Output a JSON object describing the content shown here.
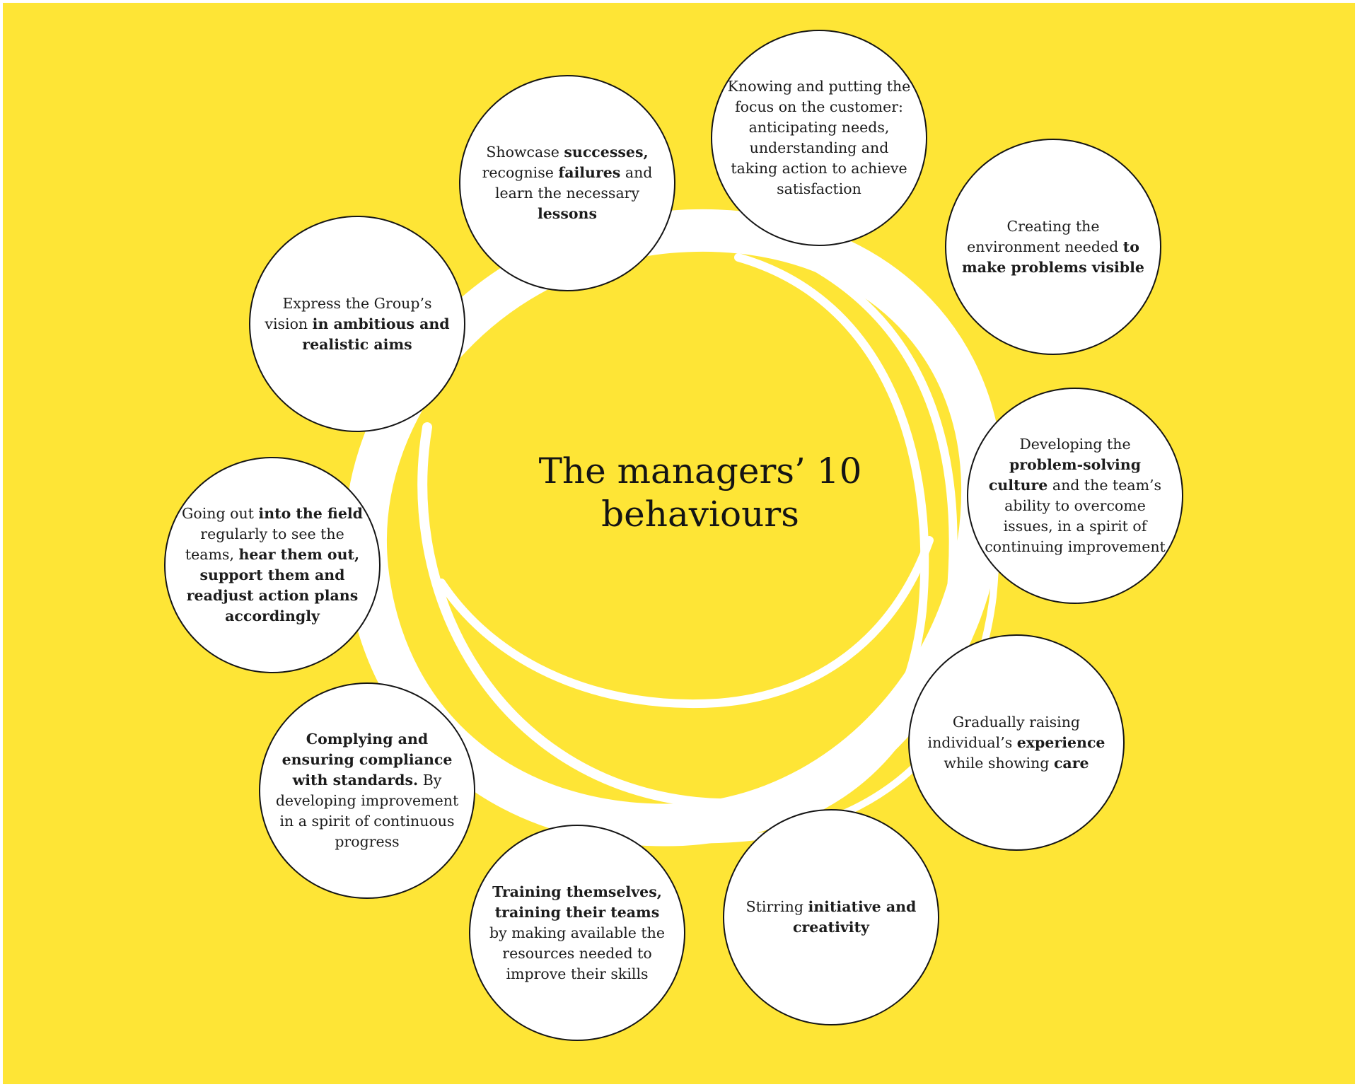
{
  "title": {
    "line1": "The managers’ 10",
    "line2": "behaviours"
  },
  "colors": {
    "background": "#fee536",
    "swirl": "#ffffff",
    "bubble_fill": "#ffffff",
    "bubble_border": "#151515",
    "text": "#1c1c1c"
  },
  "behaviours": [
    {
      "id": "showcase-successes",
      "segments": [
        {
          "text": "Showcase ",
          "bold": false
        },
        {
          "text": "successes,",
          "bold": true
        },
        {
          "text": " recognise ",
          "bold": false
        },
        {
          "text": "failures",
          "bold": true
        },
        {
          "text": " and learn the necessary ",
          "bold": false
        },
        {
          "text": "lessons",
          "bold": true
        }
      ]
    },
    {
      "id": "customer-focus",
      "segments": [
        {
          "text": "Knowing and putting the focus on the customer: anticipating needs, understanding and taking action to achieve satisfaction",
          "bold": false
        }
      ]
    },
    {
      "id": "problems-visible",
      "segments": [
        {
          "text": "Creating the environment needed ",
          "bold": false
        },
        {
          "text": "to make problems visible",
          "bold": true
        }
      ]
    },
    {
      "id": "problem-solving-culture",
      "segments": [
        {
          "text": "Developing the ",
          "bold": false
        },
        {
          "text": "problem-solving culture",
          "bold": true
        },
        {
          "text": " and the team’s ability to overcome issues, in a spirit of continuing improvement",
          "bold": false
        }
      ]
    },
    {
      "id": "raising-experience",
      "segments": [
        {
          "text": "Gradually raising individual’s ",
          "bold": false
        },
        {
          "text": "experience",
          "bold": true
        },
        {
          "text": " while showing ",
          "bold": false
        },
        {
          "text": "care",
          "bold": true
        }
      ]
    },
    {
      "id": "initiative-creativity",
      "segments": [
        {
          "text": "Stirring ",
          "bold": false
        },
        {
          "text": "initiative and creativity",
          "bold": true
        }
      ]
    },
    {
      "id": "training",
      "segments": [
        {
          "text": "Training themselves, training their teams",
          "bold": true
        },
        {
          "text": " by making available the resources needed to improve their skills",
          "bold": false
        }
      ]
    },
    {
      "id": "compliance-standards",
      "segments": [
        {
          "text": "Complying and ensuring compliance with standards.",
          "bold": true
        },
        {
          "text": " By developing improvement in a spirit of continuous progress",
          "bold": false
        }
      ]
    },
    {
      "id": "into-the-field",
      "segments": [
        {
          "text": "Going out ",
          "bold": false
        },
        {
          "text": "into the field",
          "bold": true
        },
        {
          "text": " regularly to see the teams, ",
          "bold": false
        },
        {
          "text": "hear them out, support them and readjust action plans accordingly",
          "bold": true
        }
      ]
    },
    {
      "id": "group-vision",
      "segments": [
        {
          "text": "Express the Group’s vision ",
          "bold": false
        },
        {
          "text": "in ambitious and realistic aims",
          "bold": true
        }
      ]
    }
  ]
}
